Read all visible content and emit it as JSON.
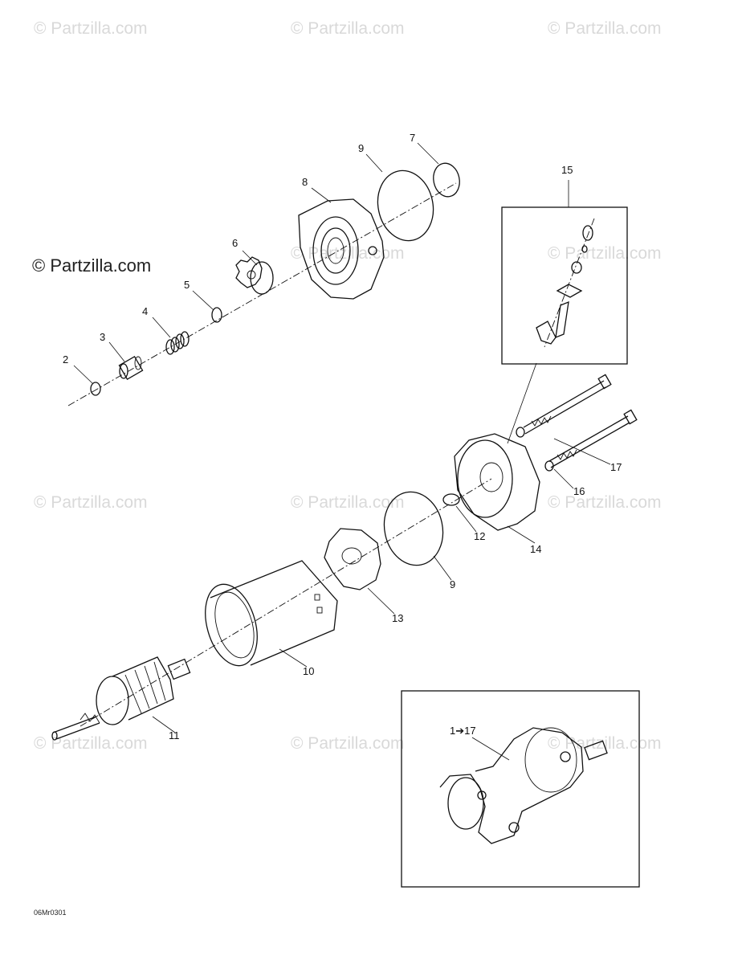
{
  "watermark": {
    "text": "© Partzilla.com"
  },
  "main_watermark": {
    "text": "© Partzilla.com"
  },
  "callouts": {
    "c1": "2",
    "c2": "3",
    "c3": "4",
    "c4": "5",
    "c5": "6",
    "c6": "8",
    "c7": "9",
    "c8": "7",
    "c9": "15",
    "c10": "17",
    "c11": "16",
    "c12": "12",
    "c13": "14",
    "c14": "9",
    "c15": "13",
    "c16": "10",
    "c17": "11",
    "c18": "1➔17"
  },
  "drawing_code": "06Mr0301"
}
